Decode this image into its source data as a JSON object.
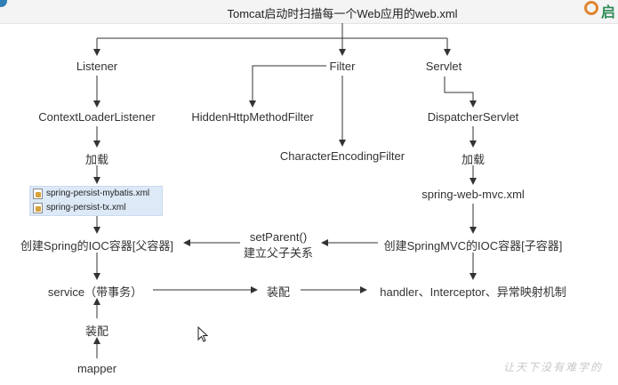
{
  "header": {
    "title": "Tomcat启动时扫描每一个Web应用的web.xml",
    "logo_text": "启"
  },
  "nodes": {
    "listener": "Listener",
    "filter": "Filter",
    "servlet": "Servlet",
    "context_loader_listener": "ContextLoaderListener",
    "hidden_http_method_filter": "HiddenHttpMethodFilter",
    "dispatcher_servlet": "DispatcherServlet",
    "character_encoding_filter": "CharacterEncodingFilter",
    "load_left": "加载",
    "load_right": "加载",
    "spring_web_mvc_xml": "spring-web-mvc.xml",
    "parent_container": "创建Spring的IOC容器[父容器]",
    "set_parent": "setParent()",
    "set_parent_desc": "建立父子关系",
    "child_container": "创建SpringMVC的IOC容器[子容器]",
    "service": "service（带事务）",
    "assemble_middle": "装配",
    "handler": "handler、Interceptor、异常映射机制",
    "assemble_bottom": "装配",
    "mapper": "mapper"
  },
  "files": [
    "spring-persist-mybatis.xml",
    "spring-persist-tx.xml"
  ],
  "watermark": "让天下没有难学的"
}
